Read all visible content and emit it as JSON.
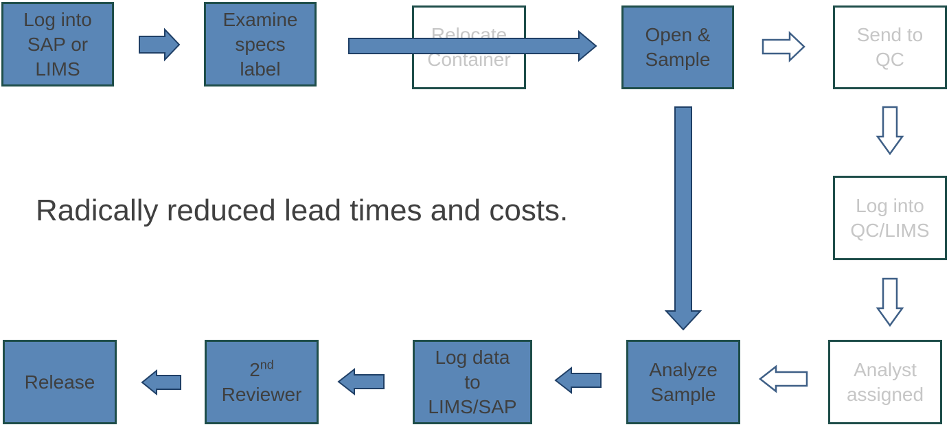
{
  "headline": "Radically reduced lead times and costs.",
  "colors": {
    "box_fill": "#5a86b6",
    "box_border": "#1f4e4a",
    "arrow_fill": "#5a86b6",
    "arrow_stroke": "#1f3f66",
    "hollow_arrow_stroke": "#3e5f86",
    "filled_text": "#3f3f3f",
    "faded_text": "#c6c6c6"
  },
  "steps": {
    "log_into_sap": {
      "label": "Log into\nSAP or\nLIMS",
      "style": "filled"
    },
    "examine_specs": {
      "label": "Examine\nspecs\nlabel",
      "style": "filled"
    },
    "relocate_container": {
      "label": "Relocate\nContainer",
      "style": "outline-faded"
    },
    "open_sample": {
      "label": "Open &\nSample",
      "style": "filled"
    },
    "send_to_qc": {
      "label": "Send to\nQC",
      "style": "outline-faded"
    },
    "log_into_qc_lims": {
      "label": "Log into\nQC/LIMS",
      "style": "outline-faded"
    },
    "analyst_assigned": {
      "label": "Analyst\nassigned",
      "style": "outline-faded"
    },
    "analyze_sample": {
      "label": "Analyze\nSample",
      "style": "filled"
    },
    "log_data": {
      "label": "Log data\nto\nLIMS/SAP",
      "style": "filled"
    },
    "second_reviewer": {
      "base": "2",
      "sup": "nd",
      "rest": "Reviewer",
      "style": "filled"
    },
    "release": {
      "label": "Release",
      "style": "filled"
    }
  }
}
